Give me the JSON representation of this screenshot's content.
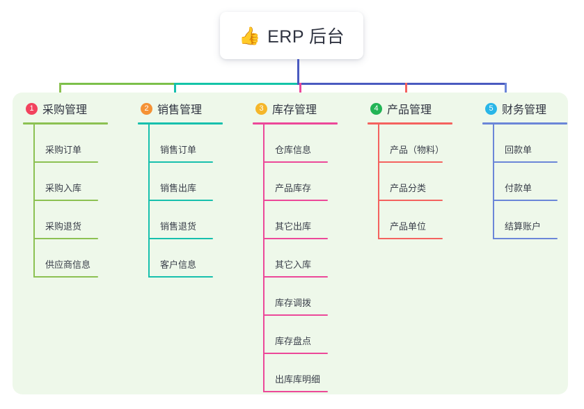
{
  "root": {
    "icon": "thumbs-up-icon",
    "icon_glyph": "👍",
    "title": "ERP 后台"
  },
  "panel": {
    "background_color": "#eef8ea"
  },
  "connector": {
    "trunk_color": "#4a5ac0",
    "bar_left_color": "#7cc04a",
    "bar_mid_color": "#14c4a8",
    "bar_right_color": "#4a5ac0"
  },
  "columns": [
    {
      "number": "1",
      "title": "采购管理",
      "badge_color": "#f2435e",
      "line_color": "#8cc152",
      "drop_color": "#8cc152",
      "items": [
        {
          "label": "采购订单"
        },
        {
          "label": "采购入库"
        },
        {
          "label": "采购退货"
        },
        {
          "label": "供应商信息"
        }
      ]
    },
    {
      "number": "2",
      "title": "销售管理",
      "badge_color": "#f59235",
      "line_color": "#17c0ad",
      "drop_color": "#17c0ad",
      "items": [
        {
          "label": "销售订单"
        },
        {
          "label": "销售出库"
        },
        {
          "label": "销售退货"
        },
        {
          "label": "客户信息"
        }
      ]
    },
    {
      "number": "3",
      "title": "库存管理",
      "badge_color": "#f5b62a",
      "line_color": "#ec4899",
      "drop_color": "#ec4899",
      "items": [
        {
          "label": "仓库信息"
        },
        {
          "label": "产品库存"
        },
        {
          "label": "其它出库"
        },
        {
          "label": "其它入库"
        },
        {
          "label": "库存调拨"
        },
        {
          "label": "库存盘点"
        },
        {
          "label": "出库库明细"
        }
      ]
    },
    {
      "number": "4",
      "title": "产品管理",
      "badge_color": "#22b455",
      "line_color": "#f4625f",
      "drop_color": "#f4625f",
      "items": [
        {
          "label": "产品（物料）"
        },
        {
          "label": "产品分类"
        },
        {
          "label": "产品单位"
        }
      ]
    },
    {
      "number": "5",
      "title": "财务管理",
      "badge_color": "#29b6e8",
      "line_color": "#6b86d8",
      "drop_color": "#6b86d8",
      "items": [
        {
          "label": "回款单"
        },
        {
          "label": "付款单"
        },
        {
          "label": "结算账户"
        }
      ]
    }
  ]
}
